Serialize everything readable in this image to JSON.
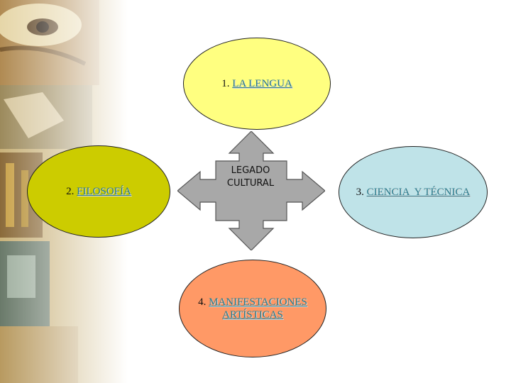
{
  "center": {
    "line1": "LEGADO",
    "line2": "CULTURAL"
  },
  "nodes": {
    "lengua": {
      "num": "1.",
      "label": "LA LENGUA"
    },
    "filosofia": {
      "num": "2.",
      "label": "FILOSOFÍA"
    },
    "ciencia": {
      "num": "3.",
      "label": "CIENCIA  Y TÉCNICA"
    },
    "arte": {
      "num": "4.",
      "label1": "MANIFESTACIONES",
      "label2": "ARTÍSTICAS"
    }
  },
  "colors": {
    "lengua": "#ffff80",
    "filosofia": "#cccc00",
    "ciencia": "#bfe3e8",
    "arte": "#ff9966",
    "arrow": "#a8a8a8",
    "link_text": "#2a7a8c"
  },
  "icons": {
    "center": "four-way-arrow-icon",
    "background": "fresco-collage-image"
  }
}
